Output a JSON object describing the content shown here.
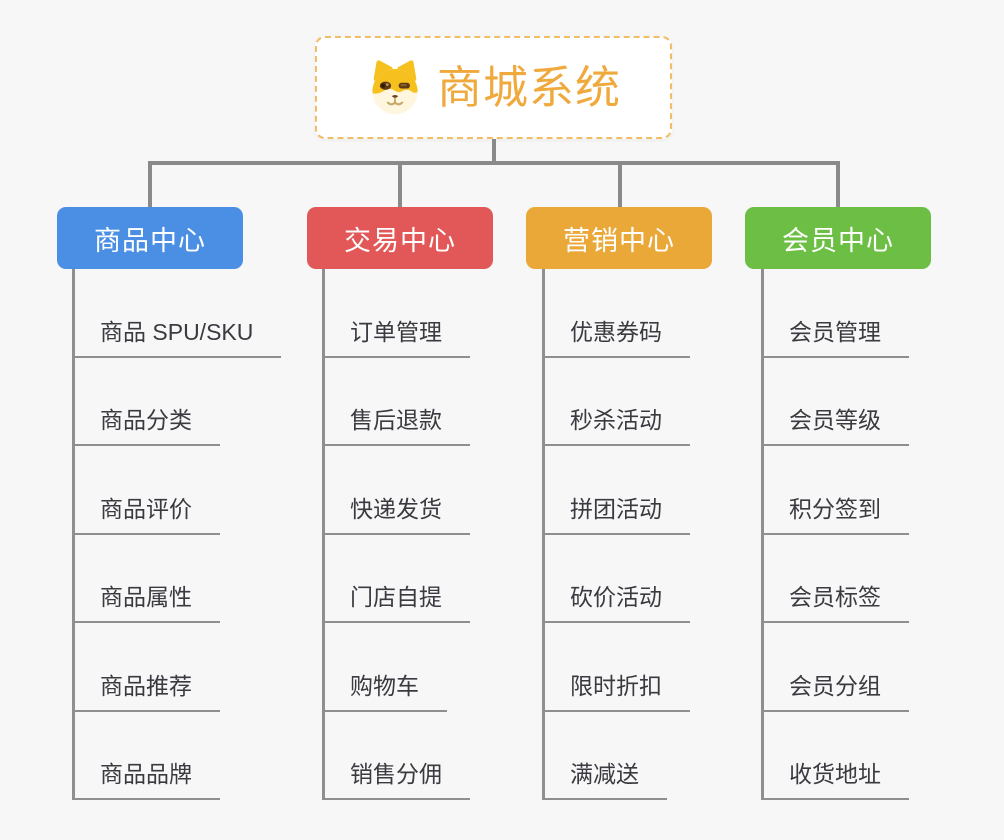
{
  "page": {
    "background": "#f7f7f7"
  },
  "colors": {
    "connector": "#8a8a8a",
    "underline": "#8f8f8f",
    "leaf_text": "#3a3a40",
    "root_text": "#efa93d",
    "root_border": "#f3bc66",
    "root_fill": "#ffffff"
  },
  "root": {
    "title": "商城系统",
    "icon": "dog-icon"
  },
  "branches": [
    {
      "label": "商品中心",
      "color": "#4a8fe4",
      "children": [
        "商品 SPU/SKU",
        "商品分类",
        "商品评价",
        "商品属性",
        "商品推荐",
        "商品品牌"
      ]
    },
    {
      "label": "交易中心",
      "color": "#e25858",
      "children": [
        "订单管理",
        "售后退款",
        "快递发货",
        "门店自提",
        "购物车",
        "销售分佣"
      ]
    },
    {
      "label": "营销中心",
      "color": "#e9a838",
      "children": [
        "优惠券码",
        "秒杀活动",
        "拼团活动",
        "砍价活动",
        "限时折扣",
        "满减送"
      ]
    },
    {
      "label": "会员中心",
      "color": "#6cbe44",
      "children": [
        "会员管理",
        "会员等级",
        "积分签到",
        "会员标签",
        "会员分组",
        "收货地址"
      ]
    }
  ]
}
